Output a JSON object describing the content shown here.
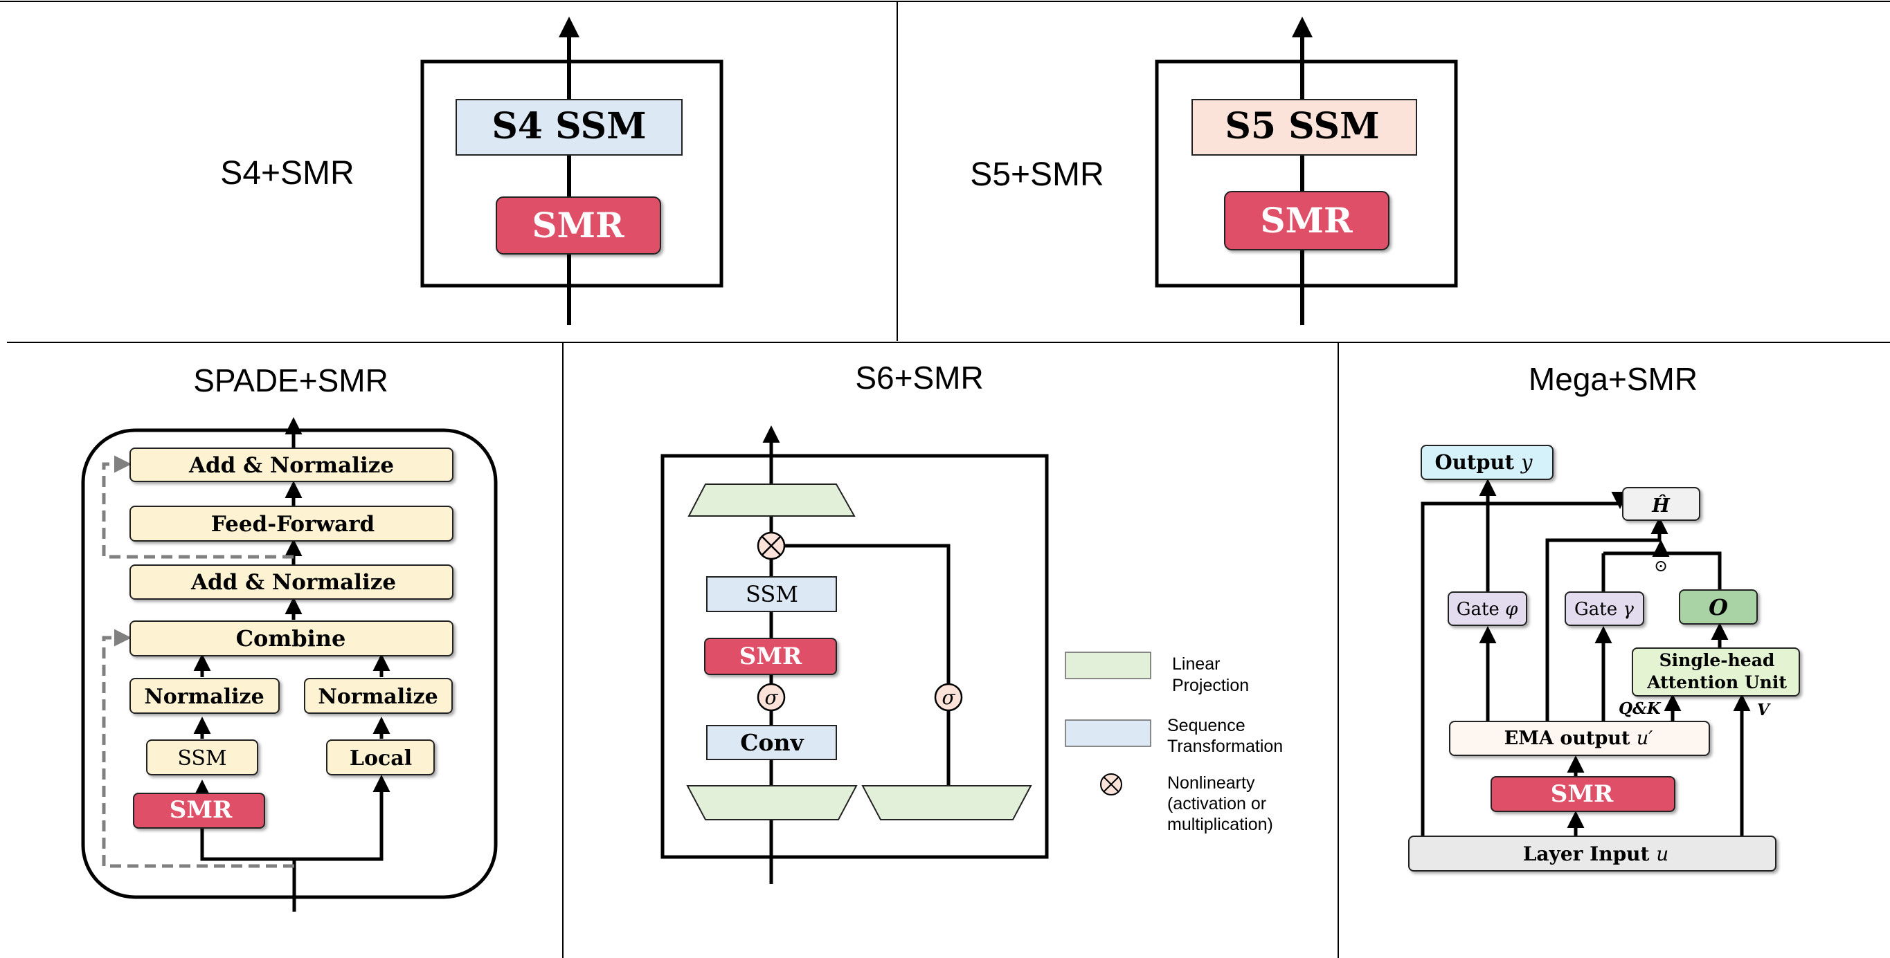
{
  "panels": {
    "s4": {
      "title": "S4+SMR",
      "ssm_label": "S4 SSM",
      "smr_label": "SMR"
    },
    "s5": {
      "title": "S5+SMR",
      "ssm_label": "S5 SSM",
      "smr_label": "SMR"
    },
    "spade": {
      "title": "SPADE+SMR",
      "add_norm_top": "Add & Normalize",
      "feed_forward": "Feed-Forward",
      "add_norm_mid": "Add & Normalize",
      "combine": "Combine",
      "normalize_left": "Normalize",
      "normalize_right": "Normalize",
      "ssm": "SSM",
      "local": "Local",
      "smr": "SMR"
    },
    "s6": {
      "title": "S6+SMR",
      "ssm": "SSM",
      "smr": "SMR",
      "conv": "Conv",
      "sigma_left": "σ",
      "sigma_right": "σ",
      "legend": {
        "linear_1": "Linear",
        "linear_2": "Projection",
        "seq_1": "Sequence",
        "seq_2": "Transformation",
        "nonlin_1": "Nonlinearty",
        "nonlin_2": "(activation or",
        "nonlin_3": "multiplication)"
      }
    },
    "mega": {
      "title": "Mega+SMR",
      "output": "Output",
      "output_var": "y",
      "h_hat": "Ĥ",
      "odot": "⊙",
      "gate_phi": "Gate",
      "gate_phi_var": "φ",
      "gate_gamma": "Gate",
      "gate_gamma_var": "γ",
      "o_label": "O",
      "attention_1": "Single-head",
      "attention_2": "Attention Unit",
      "qk": "Q&K",
      "v": "V",
      "ema": "EMA output",
      "ema_var": "u′",
      "smr": "SMR",
      "layer_input": "Layer Input",
      "layer_input_var": "u"
    }
  },
  "colors": {
    "smr_fill": "#e05068",
    "ssm_blue": "#dce9f5",
    "s5_peach": "#fbe3d9",
    "cream": "#fdf3d2",
    "linear_green": "#e2efd9",
    "mega_cyan": "#d5f2fb",
    "mega_lavender": "#e3dcef",
    "mega_green": "#a9d3a4",
    "mega_lightgreen": "#e4f3d2",
    "mega_ema": "#fef6f0",
    "mega_grey": "#e9e9e9",
    "mega_hhat": "#f1f1f1"
  }
}
